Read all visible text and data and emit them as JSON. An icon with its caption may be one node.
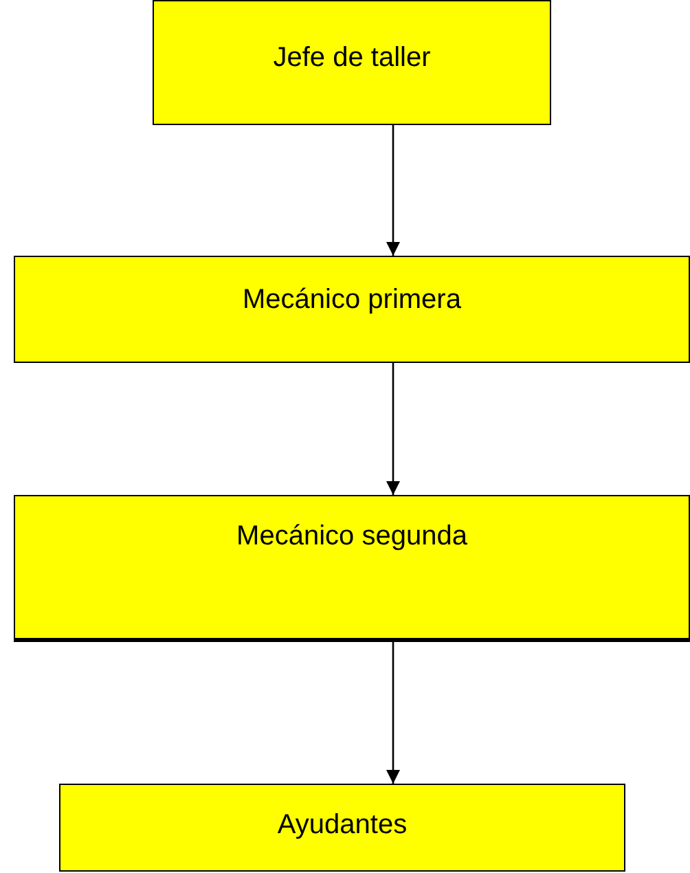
{
  "diagram": {
    "nodes": [
      {
        "text": [
          "Jefe de taller"
        ]
      },
      {
        "text": [
          "Mecánico primera"
        ]
      },
      {
        "text": [
          "Mecánico segunda"
        ]
      },
      {
        "text": [
          "Ayudantes"
        ]
      }
    ],
    "edges": [
      {
        "from": 0,
        "to": 1,
        "arrow": "to"
      },
      {
        "from": 1,
        "to": 2,
        "arrow": "to"
      },
      {
        "from": 2,
        "to": 3,
        "arrow": "to"
      }
    ]
  }
}
